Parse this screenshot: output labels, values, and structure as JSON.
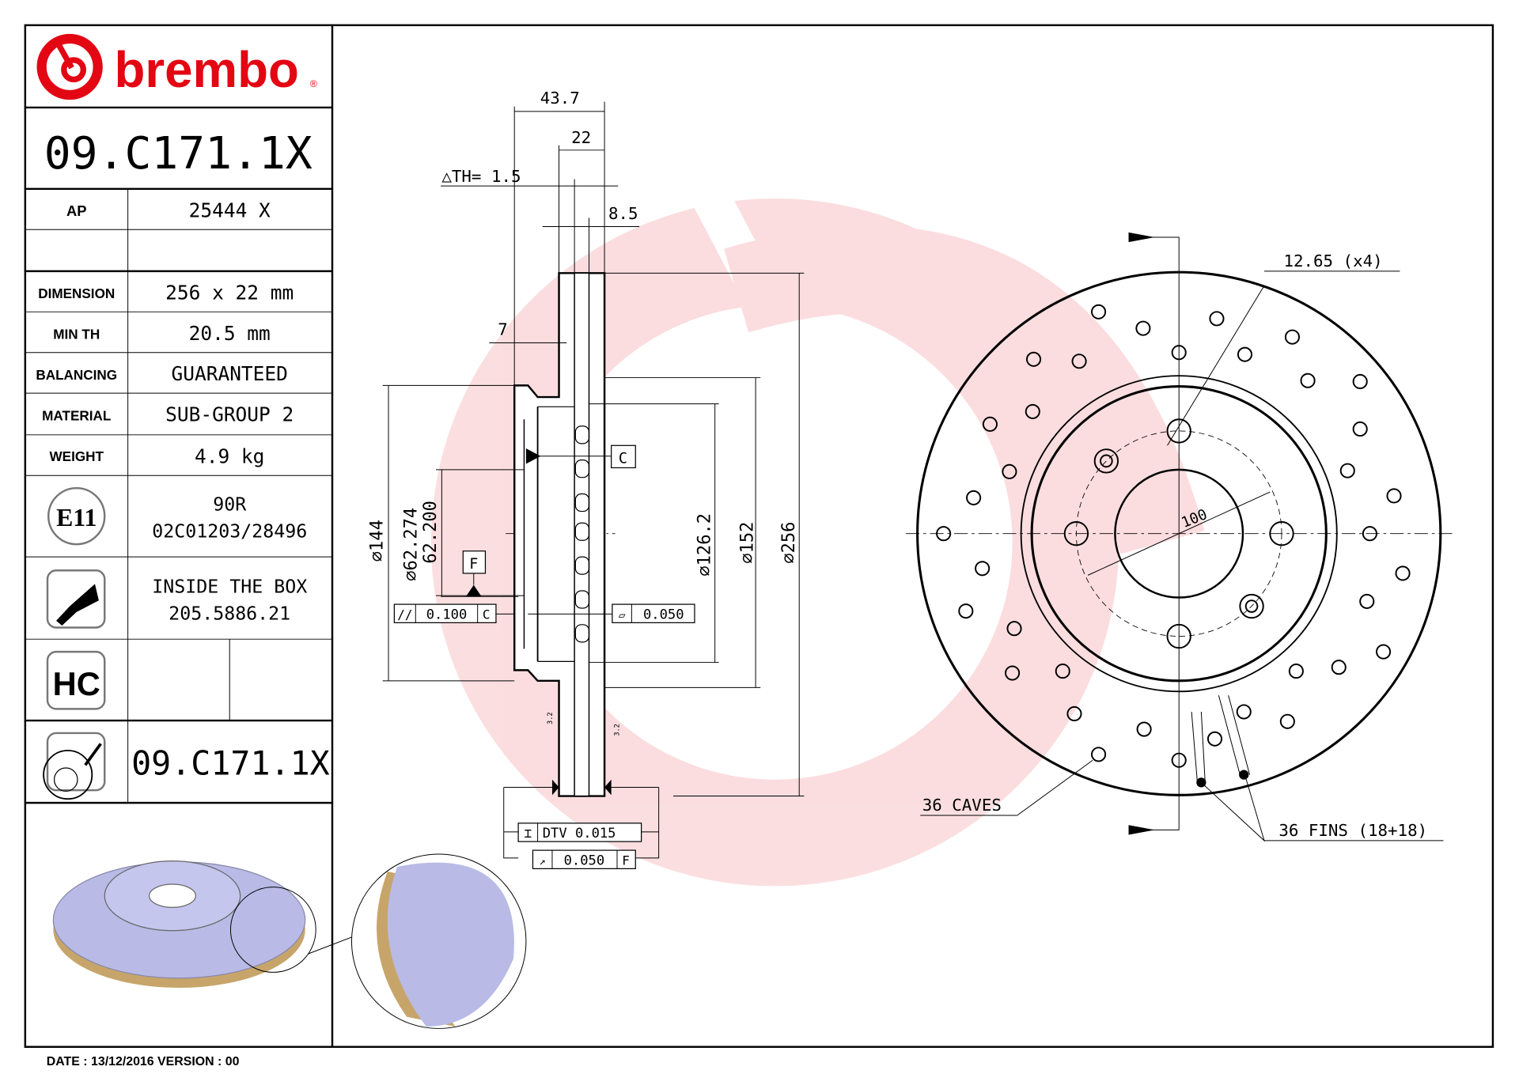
{
  "brand": {
    "name": "brembo",
    "registered": "®",
    "color": "#e30613"
  },
  "part_number": "09.C171.1X",
  "specs": [
    {
      "label": "AP",
      "value": "25444 X"
    },
    {
      "label": "",
      "value": ""
    },
    {
      "label": "DIMENSION",
      "value": "256 x 22 mm"
    },
    {
      "label": "MIN TH",
      "value": "20.5 mm"
    },
    {
      "label": "BALANCING",
      "value": "GUARANTEED"
    },
    {
      "label": "MATERIAL",
      "value": "SUB-GROUP 2"
    },
    {
      "label": "WEIGHT",
      "value": "4.9 kg"
    }
  ],
  "approval": {
    "icon_text": "E11",
    "line1": "90R",
    "line2": "02C01203/28496"
  },
  "screw": {
    "line1": "INSIDE THE BOX",
    "line2": "205.5886.21"
  },
  "hc": {
    "icon_text": "HC"
  },
  "marking": {
    "value": "09.C171.1X"
  },
  "footer": {
    "date": "DATE : 13/12/2016 VERSION : 00"
  },
  "section_view": {
    "dim_total_width": "43.7",
    "dim_thickness": "22",
    "delta_th": "△TH= 1.5",
    "dim_8_5": "8.5",
    "dim_7": "7",
    "dia_144": "⌀144",
    "dia_bore_max": "⌀62.274",
    "dia_bore_min": "62.200",
    "dia_126": "⌀126.2",
    "dia_152": "⌀152",
    "dia_256": "⌀256",
    "datum_c": "C",
    "datum_f": "F",
    "parallelism_symbol": "//",
    "parallelism_value": "0.100",
    "parallelism_datum": "C",
    "flatness_symbol": "▱",
    "flatness_value": "0.050",
    "roughness_left": "3.2",
    "roughness_right": "3.2",
    "dtv_symbol": "⌶",
    "dtv_label": "DTV 0.015",
    "runout_symbol": "↗",
    "runout_value": "0.050",
    "runout_datum": "F"
  },
  "front_view": {
    "bolt_hole": "12.65 (x4)",
    "pcd": "100",
    "caves": "36 CAVES",
    "fins": "36 FINS (18+18)"
  }
}
